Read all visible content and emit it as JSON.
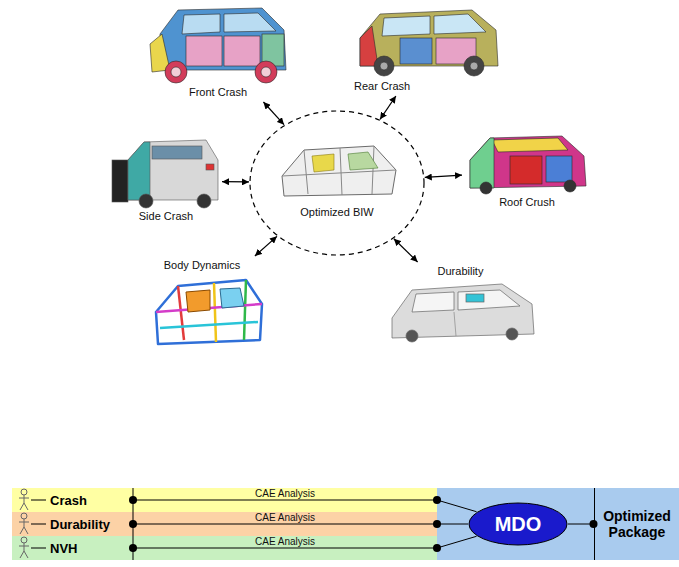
{
  "diagram": {
    "nodes": [
      {
        "text": [
          "Front Crash"
        ]
      },
      {
        "text": [
          "Rear Crash"
        ]
      },
      {
        "text": [
          "Side Crash"
        ]
      },
      {
        "text": [
          "Optimized BIW"
        ]
      },
      {
        "text": [
          "Roof Crush"
        ]
      },
      {
        "text": [
          "Body Dynamics"
        ]
      },
      {
        "text": [
          "Durability"
        ]
      },
      {
        "text": [
          "Crash"
        ]
      },
      {
        "text": [
          "Durability"
        ]
      },
      {
        "text": [
          "NVH"
        ]
      },
      {
        "text": [
          "MDO"
        ]
      },
      {
        "text": [
          "Optimized Package"
        ]
      }
    ],
    "edges": [
      {
        "from": 3,
        "to": 0,
        "arrow": "both"
      },
      {
        "from": 3,
        "to": 1,
        "arrow": "both"
      },
      {
        "from": 3,
        "to": 2,
        "arrow": "both"
      },
      {
        "from": 3,
        "to": 4,
        "arrow": "both"
      },
      {
        "from": 3,
        "to": 5,
        "arrow": "both"
      },
      {
        "from": 3,
        "to": 6,
        "arrow": "both"
      },
      {
        "from": 7,
        "to": 10,
        "arrow": "none",
        "label": "CAE Analysis"
      },
      {
        "from": 8,
        "to": 10,
        "arrow": "none",
        "label": "CAE Analysis"
      },
      {
        "from": 9,
        "to": 10,
        "arrow": "none",
        "label": "CAE Analysis"
      },
      {
        "from": 10,
        "to": 11,
        "arrow": "none"
      }
    ]
  }
}
